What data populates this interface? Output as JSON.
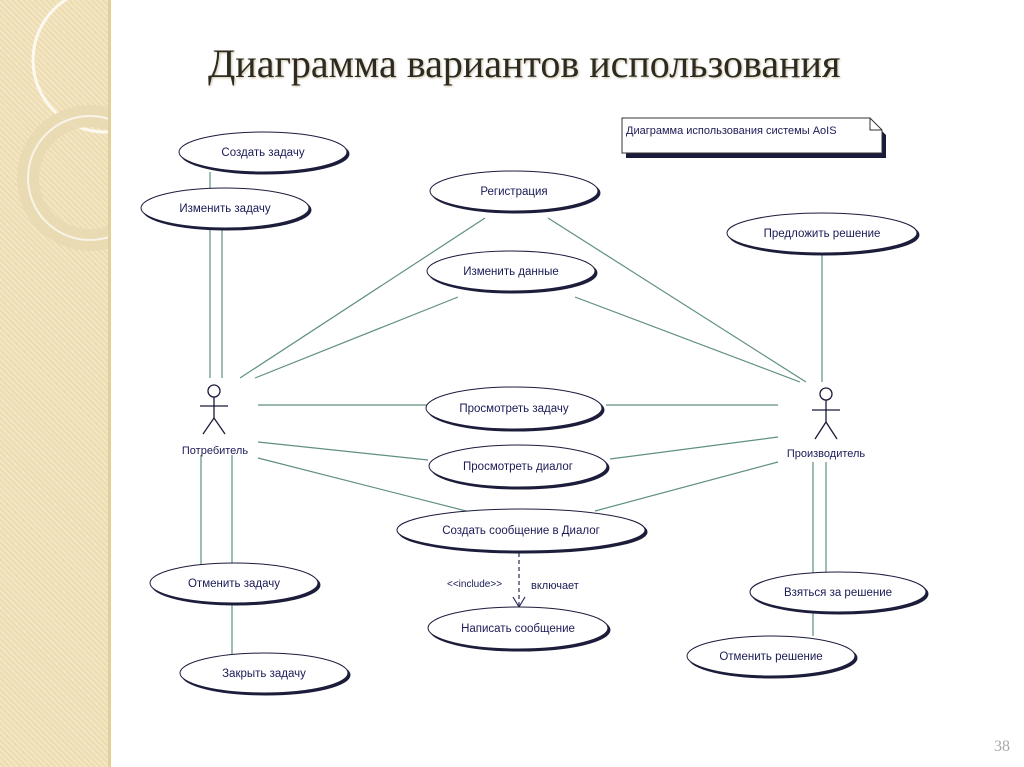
{
  "title": "Диаграмма вариантов использования",
  "note": "Диаграмма использования системы AoIS",
  "actors": {
    "consumer": "Потребитель",
    "producer": "Производитель"
  },
  "use_cases": {
    "create_task": "Создать задачу",
    "edit_task": "Изменить задачу",
    "registration": "Регистрация",
    "edit_data": "Изменить данные",
    "propose_solution": "Предложить решение",
    "view_task": "Просмотреть задачу",
    "view_dialog": "Просмотреть диалог",
    "create_message": "Создать сообщение в Диалог",
    "cancel_task": "Отменить задачу",
    "write_message": "Написать сообщение",
    "take_solution": "Взяться за решение",
    "close_task": "Закрыть задачу",
    "cancel_solution": "Отменить решение"
  },
  "include": {
    "stereotype": "<<include>>",
    "label": "включает"
  },
  "page_number": "38"
}
